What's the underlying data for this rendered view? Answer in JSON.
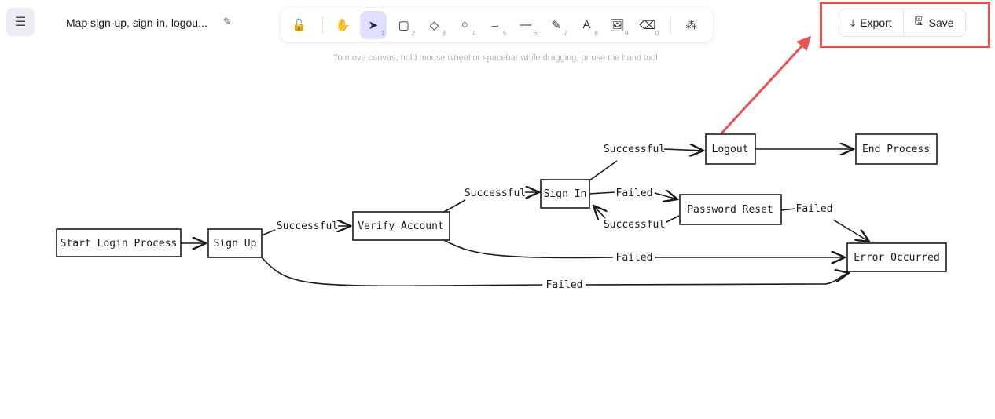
{
  "header": {
    "title": "Map sign-up, sign-in, logou...",
    "menu_icon": "hamburger-icon",
    "edit_icon": "edit-icon"
  },
  "toolbar": {
    "tools": [
      {
        "name": "lock",
        "glyph": "🔓",
        "key": ""
      },
      {
        "name": "hand",
        "glyph": "✋",
        "key": ""
      },
      {
        "name": "selection",
        "glyph": "➤",
        "key": "1"
      },
      {
        "name": "rectangle",
        "glyph": "▢",
        "key": "2"
      },
      {
        "name": "diamond",
        "glyph": "◇",
        "key": "3"
      },
      {
        "name": "ellipse",
        "glyph": "○",
        "key": "4"
      },
      {
        "name": "arrow",
        "glyph": "→",
        "key": "5"
      },
      {
        "name": "line",
        "glyph": "—",
        "key": "6"
      },
      {
        "name": "draw",
        "glyph": "✎",
        "key": "7"
      },
      {
        "name": "text",
        "glyph": "A",
        "key": "8"
      },
      {
        "name": "image",
        "glyph": "🖼",
        "key": "9"
      },
      {
        "name": "eraser",
        "glyph": "⌫",
        "key": "0"
      },
      {
        "name": "shapes",
        "glyph": "⁂",
        "key": ""
      }
    ],
    "hint": "To move canvas, hold mouse wheel or spacebar while dragging, or use the hand tool"
  },
  "actions": {
    "export": "Export",
    "save": "Save"
  },
  "diagram": {
    "nodes": {
      "start": "Start Login Process",
      "signup": "Sign Up",
      "verify": "Verify Account",
      "signin": "Sign In",
      "logout": "Logout",
      "end": "End Process",
      "reset": "Password Reset",
      "error": "Error Occurred"
    },
    "labels": {
      "s1": "Successful",
      "s2": "Successful",
      "s3": "Successful",
      "s4": "Successful",
      "f1": "Failed",
      "f2": "Failed",
      "f3": "Failed",
      "f4": "Failed"
    }
  },
  "colors": {
    "accent": "#e0dfff",
    "highlight": "#e8524f"
  }
}
